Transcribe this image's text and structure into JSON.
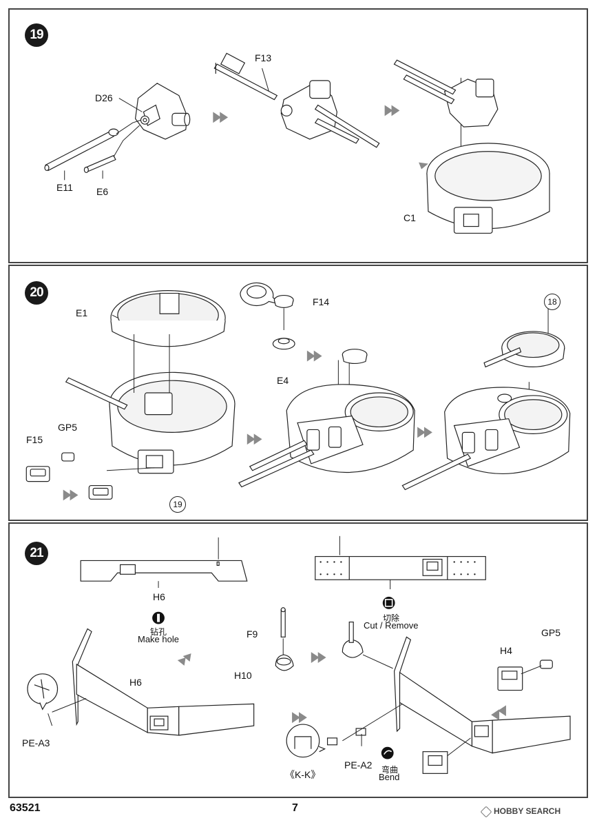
{
  "steps": [
    {
      "number": "19",
      "parts": {
        "d26": "D26",
        "f13": "F13",
        "e11": "E11",
        "e6": "E6",
        "c1": "C1"
      }
    },
    {
      "number": "20",
      "parts": {
        "e1": "E1",
        "f14": "F14",
        "e4": "E4",
        "gp5": "GP5",
        "f15": "F15"
      },
      "refs": {
        "ref18": "18",
        "ref19": "19"
      }
    },
    {
      "number": "21",
      "parts": {
        "h6_top": "H6",
        "h6_bottom": "H6",
        "f9": "F9",
        "h10": "H10",
        "gp5": "GP5",
        "h4": "H4",
        "pe_a3": "PE-A3",
        "pe_a2": "PE-A2",
        "kk": "《K-K》"
      },
      "notes": {
        "drill_cn": "钻孔",
        "drill_en": "Make hole",
        "cut_cn": "切除",
        "cut_en": "Cut / Remove",
        "bend_cn": "弯曲",
        "bend_en": "Bend"
      }
    }
  ],
  "footer": {
    "kit_number": "63521",
    "page_number": "7"
  },
  "watermark": {
    "brand": "HOBBY SEARCH"
  },
  "colors": {
    "badge": "#1a1a1a",
    "line": "#222222",
    "arrow": "#8a8a8a"
  }
}
